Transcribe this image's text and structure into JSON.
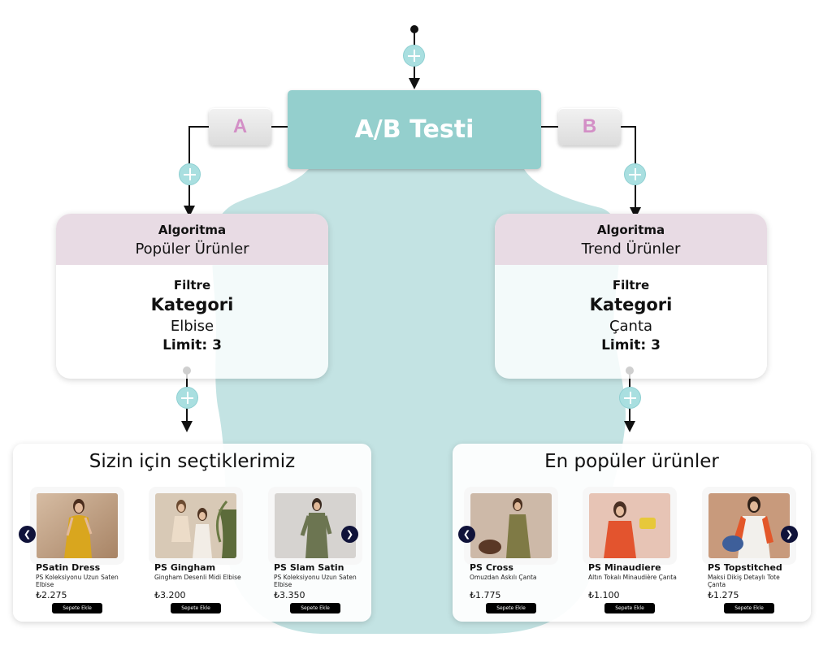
{
  "ab_test": {
    "title": "A/B Testi"
  },
  "variants": {
    "a_label": "A",
    "b_label": "B"
  },
  "algorithms": [
    {
      "heading": "Algoritma",
      "name": "Popüler Ürünler",
      "filter_heading": "Filtre",
      "filter_type": "Kategori",
      "filter_value": "Elbise",
      "limit": "Limit: 3"
    },
    {
      "heading": "Algoritma",
      "name": "Trend Ürünler",
      "filter_heading": "Filtre",
      "filter_type": "Kategori",
      "filter_value": "Çanta",
      "limit": "Limit: 3"
    }
  ],
  "widgets": [
    {
      "title": "Sizin için seçtiklerimiz",
      "products": [
        {
          "name": "PSatin Dress",
          "desc": "PS Koleksiyonu Uzun Saten Elbise",
          "price": "₺2.275",
          "button": "Sepete Ekle"
        },
        {
          "name": "PS Gingham",
          "desc": "Gingham Desenli Midi Elbise",
          "price": "₺3.200",
          "button": "Sepete Ekle"
        },
        {
          "name": "PS Slam Satin",
          "desc": "PS Koleksiyonu Uzun Saten Elbise",
          "price": "₺3.350",
          "button": "Sepete Ekle"
        }
      ]
    },
    {
      "title": "En popüler ürünler",
      "products": [
        {
          "name": "PS Cross",
          "desc": "Omuzdan Askılı Çanta",
          "price": "₺1.775",
          "button": "Sepete Ekle"
        },
        {
          "name": "PS Minaudiere",
          "desc": "Altın Tokalı Minaudière Çanta",
          "price": "₺1.100",
          "button": "Sepete Ekle"
        },
        {
          "name": "PS Topstitched",
          "desc": "Maksi Dikiş Detaylı Tote Çanta",
          "price": "₺1.275",
          "button": "Sepete Ekle"
        }
      ]
    }
  ],
  "icons": {
    "prev": "chevron-left-icon",
    "next": "chevron-right-icon",
    "add": "plus-icon"
  },
  "colors": {
    "teal": "#94cfcd",
    "teal_light": "#c3e3e3",
    "algo_header": "#e8dbe4",
    "tag_text": "#d38fc6",
    "nav_button": "#10133a"
  }
}
